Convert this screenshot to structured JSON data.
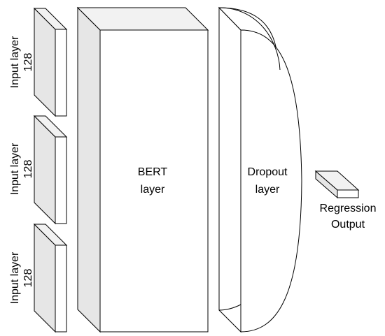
{
  "inputs": [
    {
      "line1": "Input layer",
      "line2": "128"
    },
    {
      "line1": "Input layer",
      "line2": "128"
    },
    {
      "line1": "Input layer",
      "line2": "128"
    }
  ],
  "bert": {
    "line1": "BERT",
    "line2": "layer"
  },
  "dropout": {
    "line1": "Dropout",
    "line2": "layer"
  },
  "output": {
    "line1": "Regression",
    "line2": "Output"
  },
  "colors": {
    "front_face": "#ffffff",
    "side_face": "#e6e6e6",
    "top_face": "#f2f2f2",
    "stroke": "#000000"
  }
}
